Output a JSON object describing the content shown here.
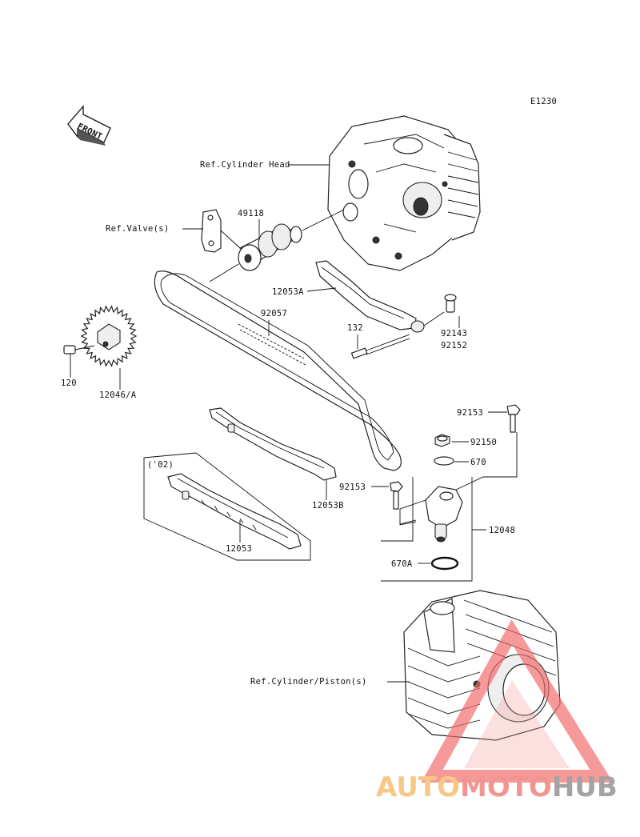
{
  "diagram_code": "E1230",
  "front_label": "FRONT",
  "labels": {
    "cylinder_head": "Ref.Cylinder Head",
    "valves": "Ref.Valve(s)",
    "camshaft": "49118",
    "guide_upper": "12053A",
    "chain": "92057",
    "bolt_132": "132",
    "pin_92143": "92143",
    "pin_92152": "92152",
    "bolt_120": "120",
    "sprocket": "12046/A",
    "bolt_92153_top": "92153",
    "bolt_92150": "92150",
    "oring_670": "670",
    "year_02": "('02)",
    "bolt_92153_mid": "92153",
    "guide_12053B": "12053B",
    "tensioner": "12048",
    "guide_12053": "12053",
    "oring_670A": "670A",
    "cylinder_piston": "Ref.Cylinder/Piston(s)"
  },
  "watermark": {
    "part1": "AUTO",
    "part2": "MOTO",
    "part3": "HUB",
    "colors": {
      "part1": "#f7c27a",
      "part2": "#f08a86",
      "part3": "#9a9a9a"
    }
  }
}
